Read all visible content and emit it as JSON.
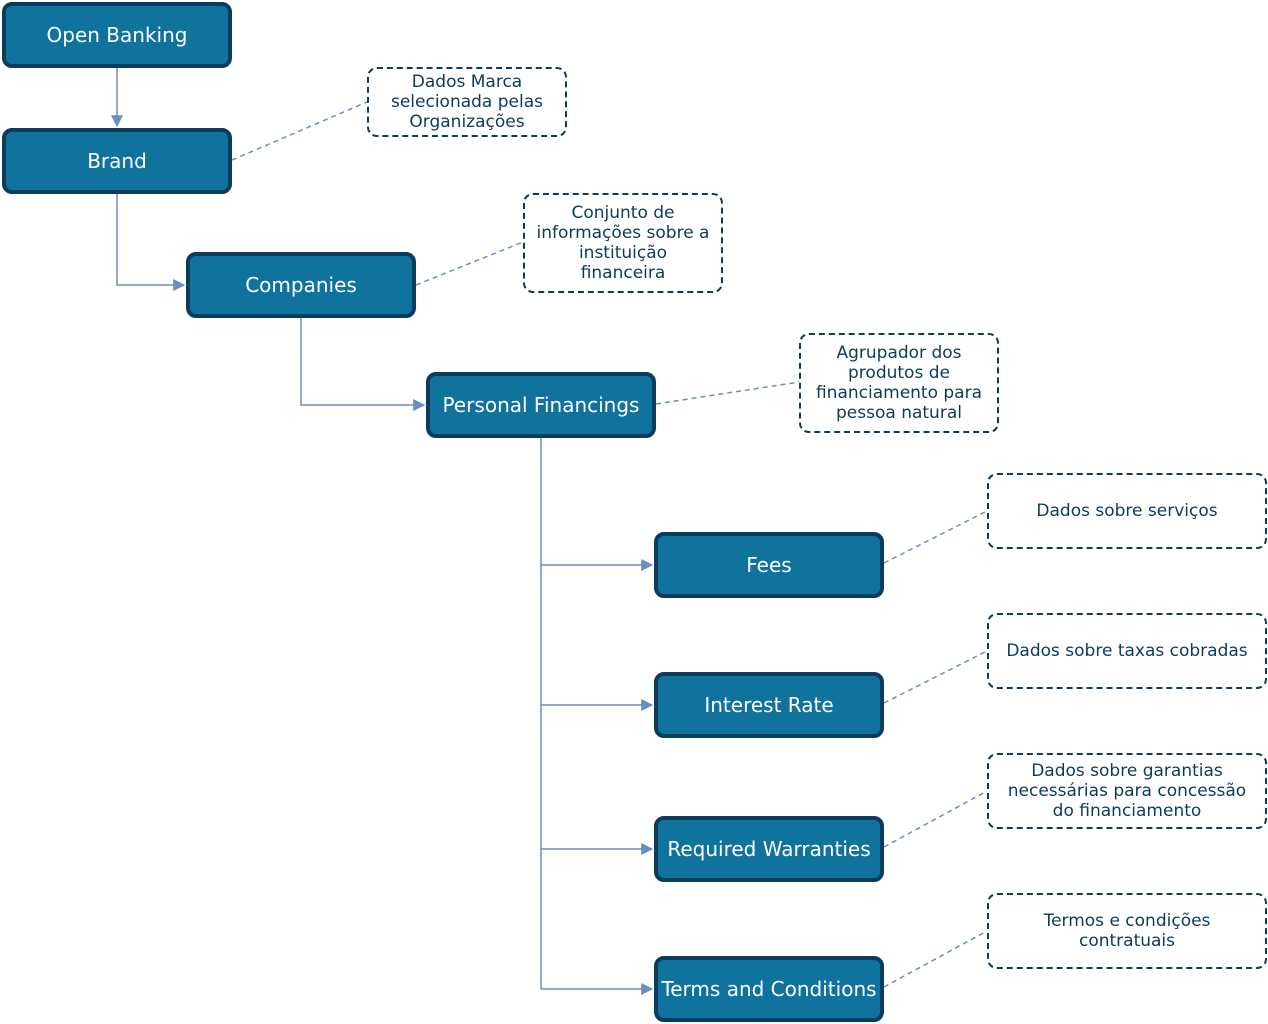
{
  "colors": {
    "node_fill": "#10739e",
    "node_border": "#0b3c5d",
    "connector": "#6c8ebf",
    "note_border": "#0b3c5d",
    "note_text": "#0b3c5d"
  },
  "nodes": {
    "open_banking": "Open Banking",
    "brand": "Brand",
    "companies": "Companies",
    "personal_financings": "Personal Financings",
    "fees": "Fees",
    "interest_rate": "Interest Rate",
    "required_warranties": "Required Warranties",
    "terms_and_conditions": "Terms and Conditions"
  },
  "notes": {
    "brand": "Dados Marca\nselecionada pelas\nOrganizações",
    "companies": "Conjunto de\ninformações sobre a\ninstituição\nfinanceira",
    "personal_financings": "Agrupador dos\nprodutos de\nfinanciamento para\npessoa natural",
    "fees": "Dados sobre serviços",
    "interest_rate": "Dados sobre taxas cobradas",
    "required_warranties": "Dados sobre garantias\nnecessárias para concessão\ndo financiamento",
    "terms_and_conditions": "Termos e condições\ncontratuais"
  }
}
